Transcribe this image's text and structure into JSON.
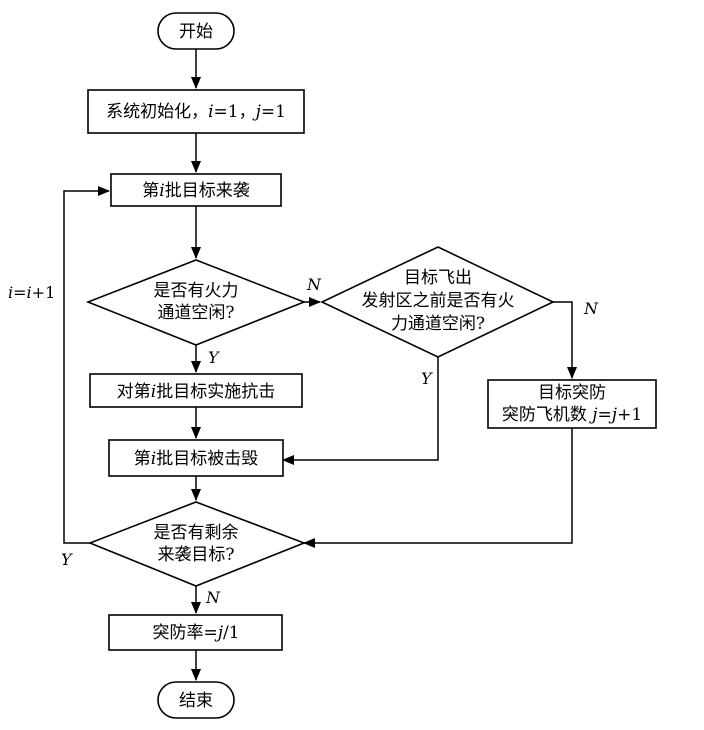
{
  "nodes": {
    "start": "开始",
    "init": {
      "text": "系统初始化，",
      "i_var": "i",
      "i_eq": "=1，",
      "j_var": "j",
      "j_eq": "=1"
    },
    "batch": {
      "pre": "第",
      "var": "i",
      "post": "批目标来袭"
    },
    "q_channel": {
      "line1": "是否有火力",
      "line2": "通道空闲?"
    },
    "q_before": {
      "line1": "目标飞出",
      "line2": "发射区之前是否有火",
      "line3": "力通道空闲?"
    },
    "attack": {
      "pre": "对第",
      "var": "i",
      "post": "批目标实施抗击"
    },
    "destroyed": {
      "pre": "第",
      "var": "i",
      "post": "批目标被击毁"
    },
    "penetrate": {
      "line1": "目标突防",
      "line2_pre": "突防飞机数 ",
      "j1": "j",
      "eq": "=",
      "j2": "j",
      "plus": "+1"
    },
    "q_remaining": {
      "line1": "是否有剩余",
      "line2": "来袭目标?"
    },
    "rate": {
      "pre": "突防率=",
      "var": "j",
      "post": "/1"
    },
    "end": "结束"
  },
  "edge_labels": {
    "increment": {
      "i1": "i",
      "eq": "=",
      "i2": "i",
      "plus": "+1"
    },
    "channel_no": "N",
    "channel_yes": "Y",
    "before_yes": "Y",
    "before_no": "N",
    "remaining_yes": "Y",
    "remaining_no": "N"
  }
}
